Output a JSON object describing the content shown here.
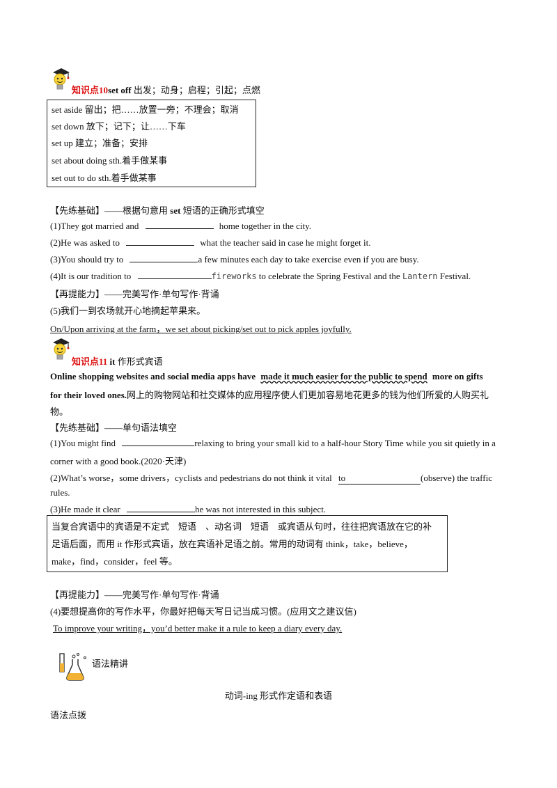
{
  "kp10": {
    "label": "知识点10",
    "phrase": "set off",
    "meaning": "出发；动身；启程；引起；点燃"
  },
  "box1": [
    "set aside 留出；把……放置一旁；不理会；取消",
    "set down 放下；记下；让……下车",
    "set up 建立；准备；安排",
    "set about doing sth.着手做某事",
    "set out to do sth.着手做某事"
  ],
  "ex1": {
    "title_a": "【先练基础】——根据句意用 ",
    "title_b": "set",
    "title_c": " 短语的正确形式填空",
    "q1a": "(1)They got married and",
    "q1b": "home together in the city.",
    "q2a": "(2)He was asked to",
    "q2b": "what the teacher said in case he might forget it.",
    "q3a": "(3)You should try to",
    "q3b": "a few minutes each day to take exercise even if you are busy.",
    "q4a": "(4)It is our tradition to",
    "q4b": "fireworks",
    "q4c": "to celebrate the Spring Festival and the",
    "q4d": "Lantern",
    "q4e": "Festival.",
    "title2": "【再提能力】——完美写作·单句写作·背诵",
    "q5": "(5)我们一到农场就开心地摘起苹果来。",
    "a5": "On/Upon arriving at the farm，we set about picking/set out to pick apples joyfully."
  },
  "kp11": {
    "label": "知识点11",
    "phrase": "it",
    "meaning": "作形式宾语"
  },
  "example": {
    "a": "Online shopping websites and social media apps have",
    "b": "made it much easier for the public to spend",
    "c": "more on gifts",
    "d": "for their loved ones.",
    "e": "网上的购物网站和社交媒体的应用程序使人们更加容易地花更多的钱为他们所爱的人购买礼",
    "f": "物。"
  },
  "ex2": {
    "title": "【先练基础】——单句语法填空",
    "q1a": "(1)You might find",
    "q1b": "relaxing to bring your small kid to a half-hour Story Time while you sit quietly in a",
    "q1c": "corner with a good book.(2020·天津)",
    "q2a": "(2)What’s worse，some drivers，cyclists and pedestrians do not think it vital",
    "q2b": "to",
    "q2c": "(observe) the traffic",
    "q2d": "rules.",
    "q3a": "(3)He made it clear",
    "q3b": "he was not interested in this subject."
  },
  "box2": {
    "l1": "当复合宾语中的宾语是不定式　短语　、动名词　短语　或宾语从句时，往往把宾语放在它的补",
    "l2": "足语后面，而用 it 作形式宾语，放在宾语补足语之前。常用的动词有 think，take，believe，",
    "l3": "make，find，consider，feel 等。"
  },
  "ex3": {
    "title": "【再提能力】——完美写作·单句写作·背诵",
    "q4": "(4)要想提高你的写作水平，你最好把每天写日记当成习惯。(应用文之建议信)",
    "a4": "To improve your writing，you’d better make it a rule to keep a diary every day."
  },
  "grammar": {
    "label": "语法精讲",
    "center_title": "动词-ing 形式作定语和表语",
    "sub": "语法点拨"
  }
}
